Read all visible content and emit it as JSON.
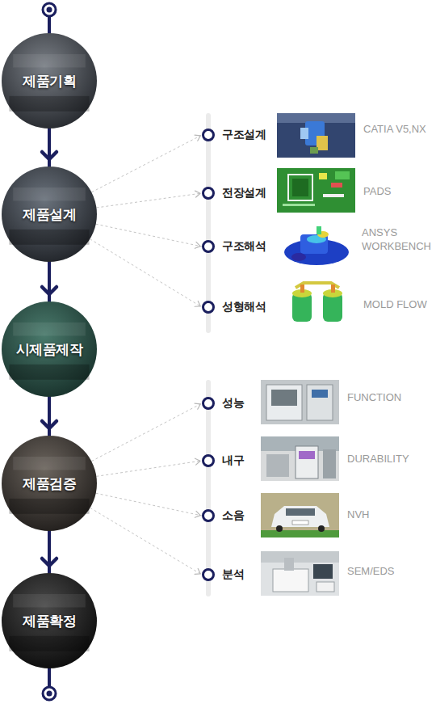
{
  "diagram": {
    "nodes": [
      {
        "text": [
          "제품기획"
        ]
      },
      {
        "text": [
          "제품설계"
        ]
      },
      {
        "text": [
          "시제품제작"
        ]
      },
      {
        "text": [
          "제품검증"
        ]
      },
      {
        "text": [
          "제품확정"
        ]
      },
      {
        "text": [
          "구조설계"
        ]
      },
      {
        "text": [
          "전장설계"
        ]
      },
      {
        "text": [
          "구조해석"
        ]
      },
      {
        "text": [
          "성형해석"
        ]
      },
      {
        "text": [
          "성능"
        ]
      },
      {
        "text": [
          "내구"
        ]
      },
      {
        "text": [
          "소음"
        ]
      },
      {
        "text": [
          "분석"
        ]
      }
    ],
    "edges": [
      {
        "from": 0,
        "to": 1,
        "arrow": "to"
      },
      {
        "from": 1,
        "to": 2,
        "arrow": "to"
      },
      {
        "from": 2,
        "to": 3,
        "arrow": "to"
      },
      {
        "from": 3,
        "to": 4,
        "arrow": "to"
      },
      {
        "from": 1,
        "to": 5,
        "arrow": "to"
      },
      {
        "from": 1,
        "to": 6,
        "arrow": "to"
      },
      {
        "from": 1,
        "to": 7,
        "arrow": "to"
      },
      {
        "from": 1,
        "to": 8,
        "arrow": "to"
      },
      {
        "from": 3,
        "to": 9,
        "arrow": "to"
      },
      {
        "from": 3,
        "to": 10,
        "arrow": "to"
      },
      {
        "from": 3,
        "to": 11,
        "arrow": "to"
      },
      {
        "from": 3,
        "to": 12,
        "arrow": "to"
      }
    ],
    "labels": [
      "CATIA V5,NX",
      "PADS",
      "ANSYS WORKBENCH",
      "MOLD FLOW",
      "FUNCTION",
      "DURABILITY",
      "NVH",
      "SEM/EDS"
    ]
  }
}
